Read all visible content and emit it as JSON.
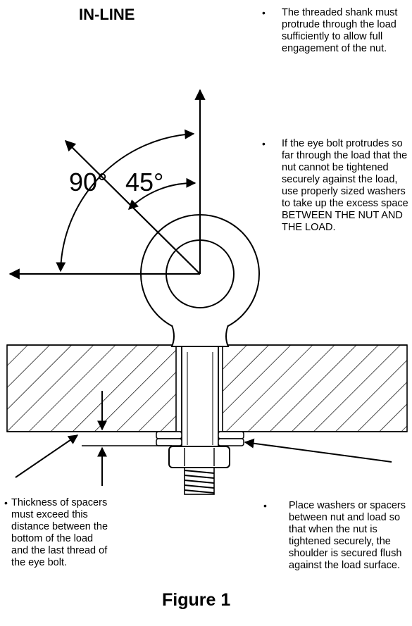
{
  "title": "IN-LINE",
  "angles": {
    "a90": "90°",
    "a45": "45°"
  },
  "notes": {
    "shank": "The threaded shank must protrude through the load sufficiently to allow full engagement of the nut.",
    "washers": "If the eye bolt protrudes so far through the load that the nut cannot be tightened securely against the load, use properly sized washers to take up the excess space BETWEEN THE NUT AND THE LOAD.",
    "thickness": "Thickness of spacers must exceed this distance between the bottom of the load and the last thread of the eye bolt.",
    "place": "Place washers or spacers between nut and load so that when the nut is tightened securely, the shoulder is secured flush against the load surface."
  },
  "bullet_glyph": "•",
  "caption": "Figure 1"
}
